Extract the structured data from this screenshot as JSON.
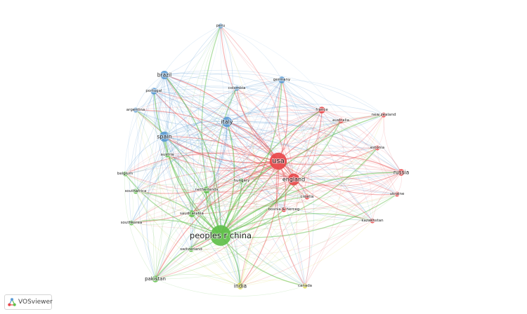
{
  "app": {
    "brand_label": "VOSviewer"
  },
  "clusters": {
    "blue": {
      "color": "#5b9bd5"
    },
    "red": {
      "color": "#e8484a"
    },
    "green": {
      "color": "#5fbf4a"
    },
    "yellow": {
      "color": "#d9d63b"
    }
  },
  "nodes": [
    {
      "id": "peru",
      "label": "peru",
      "cluster": "blue",
      "weight": 1
    },
    {
      "id": "brazil",
      "label": "brazil",
      "cluster": "blue",
      "weight": 3
    },
    {
      "id": "portugal",
      "label": "portugal",
      "cluster": "blue",
      "weight": 2
    },
    {
      "id": "argentina",
      "label": "argentina",
      "cluster": "blue",
      "weight": 1
    },
    {
      "id": "spain",
      "label": "spain",
      "cluster": "blue",
      "weight": 4
    },
    {
      "id": "italy",
      "label": "italy",
      "cluster": "blue",
      "weight": 4
    },
    {
      "id": "colombia",
      "label": "colombia",
      "cluster": "blue",
      "weight": 1
    },
    {
      "id": "germany",
      "label": "germany",
      "cluster": "blue",
      "weight": 2
    },
    {
      "id": "france",
      "label": "france",
      "cluster": "red",
      "weight": 2
    },
    {
      "id": "australia",
      "label": "australia",
      "cluster": "red",
      "weight": 1
    },
    {
      "id": "new-zealand",
      "label": "new zealand",
      "cluster": "red",
      "weight": 1
    },
    {
      "id": "estonia",
      "label": "estonia",
      "cluster": "red",
      "weight": 1
    },
    {
      "id": "russia",
      "label": "russia",
      "cluster": "red",
      "weight": 2
    },
    {
      "id": "ukraine",
      "label": "ukraine",
      "cluster": "red",
      "weight": 1
    },
    {
      "id": "usa",
      "label": "usa",
      "cluster": "red",
      "weight": 8
    },
    {
      "id": "england",
      "label": "england",
      "cluster": "red",
      "weight": 5
    },
    {
      "id": "croatia",
      "label": "croatia",
      "cluster": "red",
      "weight": 1
    },
    {
      "id": "bosnia",
      "label": "bosnia & herceg",
      "cluster": "red",
      "weight": 1
    },
    {
      "id": "kazakhstan",
      "label": "kazakhstan",
      "cluster": "red",
      "weight": 1
    },
    {
      "id": "austria",
      "label": "austria",
      "cluster": "green",
      "weight": 1
    },
    {
      "id": "belgium",
      "label": "belgium",
      "cluster": "green",
      "weight": 1
    },
    {
      "id": "south-africa",
      "label": "southafrica",
      "cluster": "green",
      "weight": 1
    },
    {
      "id": "netherlands",
      "label": "netherlands",
      "cluster": "green",
      "weight": 2
    },
    {
      "id": "hungary",
      "label": "hungary",
      "cluster": "green",
      "weight": 1
    },
    {
      "id": "saudi-arabia",
      "label": "saudi arabia",
      "cluster": "green",
      "weight": 2
    },
    {
      "id": "south-korea",
      "label": "southkorea",
      "cluster": "green",
      "weight": 1
    },
    {
      "id": "peoples-china",
      "label": "peoples r china",
      "cluster": "green",
      "weight": 10
    },
    {
      "id": "switzerland",
      "label": "switzerland",
      "cluster": "green",
      "weight": 1
    },
    {
      "id": "pakistan",
      "label": "pakistan",
      "cluster": "green",
      "weight": 2
    },
    {
      "id": "india",
      "label": "india",
      "cluster": "yellow",
      "weight": 2
    },
    {
      "id": "canada",
      "label": "canada",
      "cluster": "yellow",
      "weight": 1
    }
  ]
}
